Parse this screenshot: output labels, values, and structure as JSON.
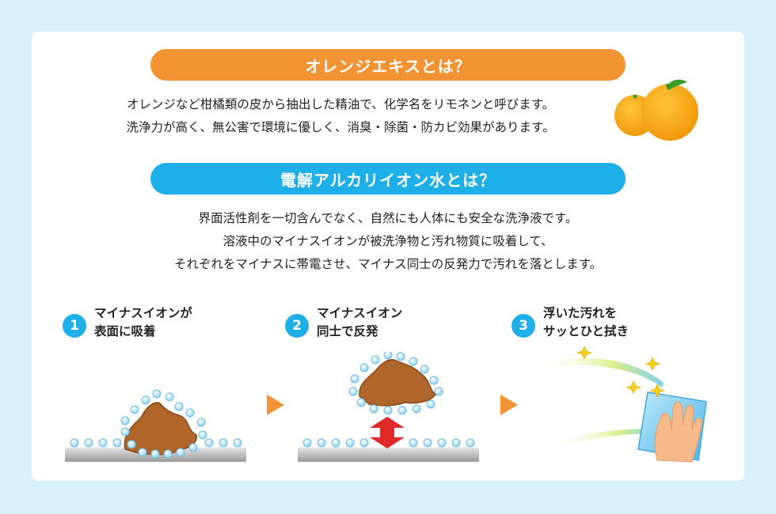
{
  "orange_section": {
    "title": "オレンジエキスとは？",
    "lines": [
      "オレンジなど柑橘類の皮から抽出した精油で、化学名をリモネンと呼びます。",
      "洗浄力が高く、無公害で環境に優しく、消臭・除菌・防カビ効果があります。"
    ]
  },
  "water_section": {
    "title": "電解アルカリイオン水とは？",
    "lines": [
      "界面活性剤を一切含んでなく、自然にも人体にも安全な洗浄液です。",
      "溶液中のマイナスイオンが被洗浄物と汚れ物質に吸着して、",
      "それぞれをマイナスに帯電させ、マイナス同士の反発力で汚れを落とします。"
    ]
  },
  "steps": [
    {
      "number": "1",
      "line1": "マイナスイオンが",
      "line2": "表面に吸着"
    },
    {
      "number": "2",
      "line1": "マイナスイオン",
      "line2": "同士で反発"
    },
    {
      "number": "3",
      "line1": "浮いた汚れを",
      "line2": "サッとひと拭き"
    }
  ],
  "colors": {
    "orange": "#f29433",
    "blue": "#1eaee8",
    "background": "#d9f1fb",
    "dirt": "#b0652a",
    "repel_arrow": "#e02a2a"
  },
  "icons": {
    "orange_fruit": "orange-fruit-icon",
    "repel_arrow": "double-arrow-icon",
    "sparkle": "sparkle-icon",
    "hand_cloth": "hand-wiping-icon",
    "next_arrow": "triangle-right-icon"
  }
}
